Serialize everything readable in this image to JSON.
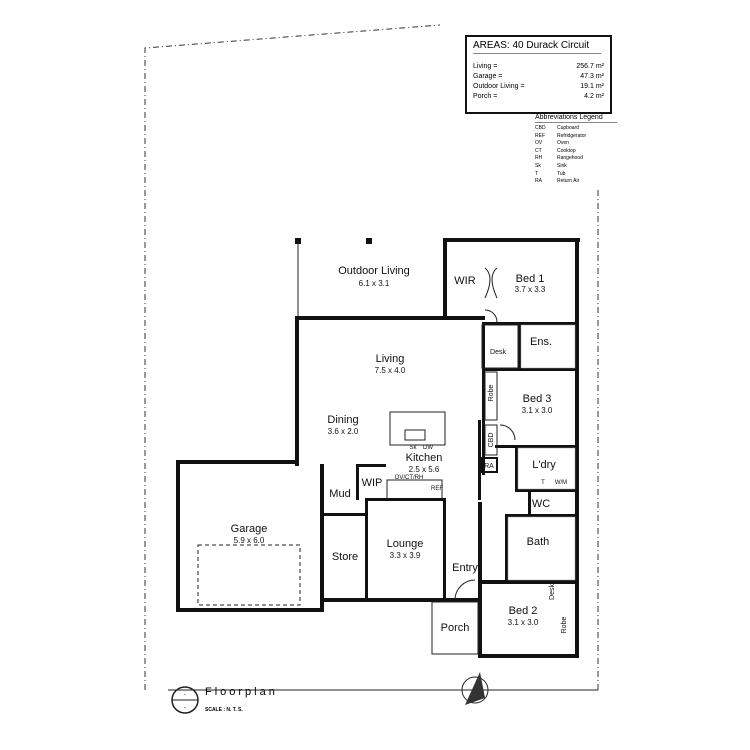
{
  "areas": {
    "title": "AREAS:  40 Durack Circuit",
    "rows": [
      {
        "label": "Living =",
        "value": "256.7 m²"
      },
      {
        "label": "Garage =",
        "value": "47.3 m²"
      },
      {
        "label": "Outdoor Living =",
        "value": "19.1 m²"
      },
      {
        "label": "Porch =",
        "value": "4.2 m²"
      }
    ]
  },
  "legend": {
    "title": "Abbreviations Legend",
    "items": [
      {
        "abbr": "CBD",
        "meaning": "Cupboard"
      },
      {
        "abbr": "REF",
        "meaning": "Refridgerator"
      },
      {
        "abbr": "OV",
        "meaning": "Oven"
      },
      {
        "abbr": "CT",
        "meaning": "Cooktop"
      },
      {
        "abbr": "RH",
        "meaning": "Rangehood"
      },
      {
        "abbr": "Sk",
        "meaning": "Sink"
      },
      {
        "abbr": "T",
        "meaning": "Tub"
      },
      {
        "abbr": "RA",
        "meaning": "Return Air"
      }
    ]
  },
  "rooms": {
    "outdoor": {
      "name": "Outdoor Living",
      "dim": "6.1 x 3.1"
    },
    "wir": {
      "name": "WIR"
    },
    "bed1": {
      "name": "Bed 1",
      "dim": "3.7 x 3.3"
    },
    "ens": {
      "name": "Ens."
    },
    "desk1": {
      "name": "Desk"
    },
    "living": {
      "name": "Living",
      "dim": "7.5 x 4.0"
    },
    "robe1": {
      "name": "Robe"
    },
    "bed3": {
      "name": "Bed 3",
      "dim": "3.1 x 3.0"
    },
    "dining": {
      "name": "Dining",
      "dim": "3.6 x 2.0"
    },
    "cbd": {
      "name": "CBD"
    },
    "ra": {
      "name": "RA"
    },
    "kitchen": {
      "name": "Kitchen",
      "dim": "2.5 x 5.6"
    },
    "sk": {
      "name": "Sk"
    },
    "dw": {
      "name": "DW"
    },
    "ldry": {
      "name": "L'dry"
    },
    "tub": {
      "name": "T"
    },
    "wm": {
      "name": "W/M"
    },
    "wip": {
      "name": "WIP"
    },
    "ovct": {
      "name": "OV/CT/RH"
    },
    "ref": {
      "name": "REF"
    },
    "mud": {
      "name": "Mud"
    },
    "wc": {
      "name": "WC"
    },
    "garage": {
      "name": "Garage",
      "dim": "5.9 x 6.0"
    },
    "store": {
      "name": "Store"
    },
    "lounge": {
      "name": "Lounge",
      "dim": "3.3 x 3.9"
    },
    "bath": {
      "name": "Bath"
    },
    "entry": {
      "name": "Entry"
    },
    "desk2": {
      "name": "Desk"
    },
    "bed2": {
      "name": "Bed 2",
      "dim": "3.1 x 3.0"
    },
    "robe2": {
      "name": "Robe"
    },
    "porch": {
      "name": "Porch"
    }
  },
  "title_block": {
    "title": "Floorplan",
    "scale": "SCALE : N. T. S.",
    "ref_top": "-",
    "ref_bottom": "-"
  }
}
